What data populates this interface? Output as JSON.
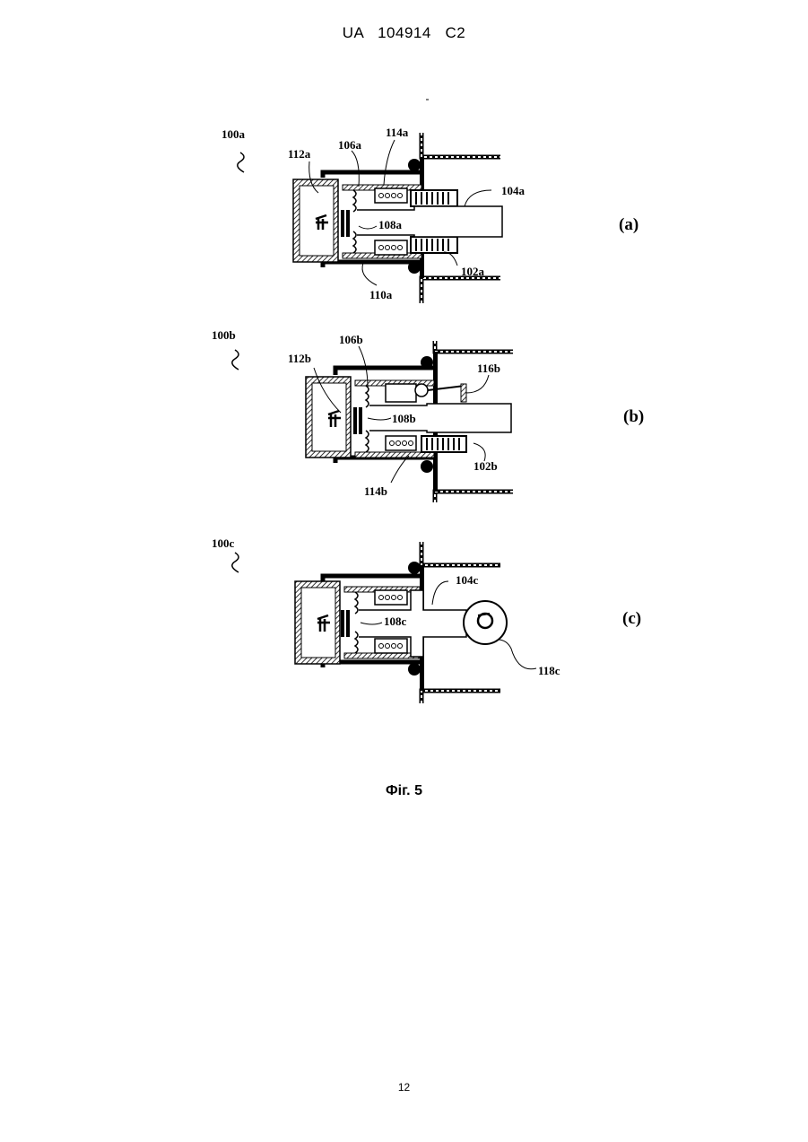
{
  "header": {
    "doc_id": "UA   104914   C2"
  },
  "figure": {
    "caption": "Фіг. 5",
    "panels": [
      {
        "id": "a",
        "panel_label": "(a)",
        "reference_numerals": [
          "100a",
          "112a",
          "106a",
          "114a",
          "104a",
          "108a",
          "110a",
          "102a"
        ]
      },
      {
        "id": "b",
        "panel_label": "(b)",
        "reference_numerals": [
          "100b",
          "106b",
          "112b",
          "116b",
          "108b",
          "102b",
          "114b"
        ]
      },
      {
        "id": "c",
        "panel_label": "(c)",
        "reference_numerals": [
          "100c",
          "104c",
          "108c",
          "118c"
        ]
      }
    ]
  },
  "footer": {
    "page_number": "12"
  }
}
